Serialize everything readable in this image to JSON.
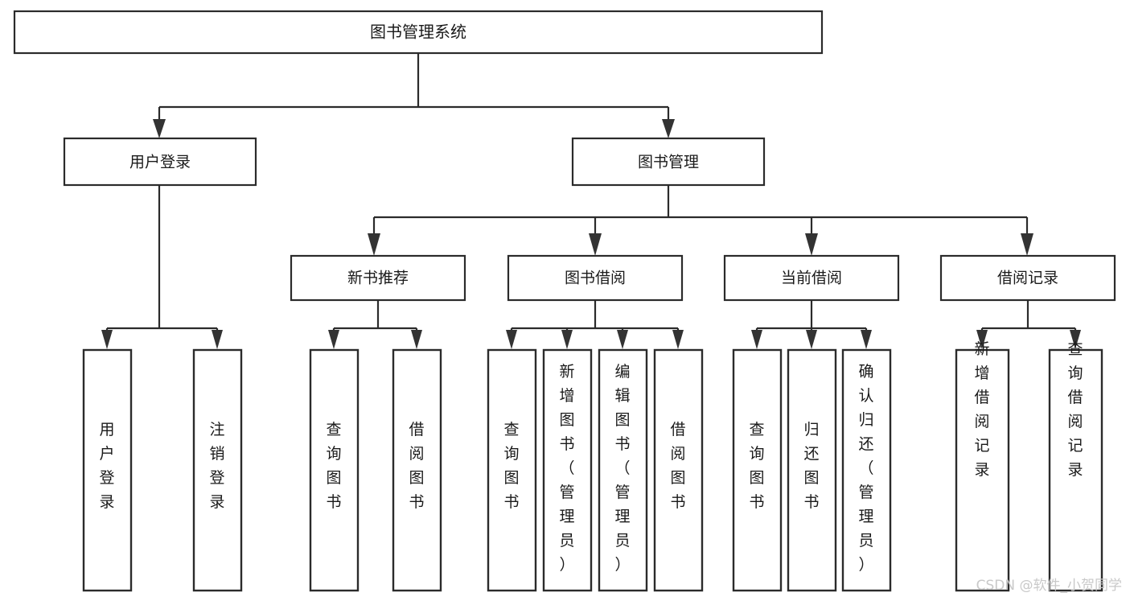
{
  "diagram": {
    "title": "图书管理系统",
    "type": "tree",
    "orientation": "top-down",
    "background_color": "#ffffff",
    "line_color": "#2b2b2b",
    "arrow_color": "#333333",
    "text_color": "#1a1a1a"
  },
  "root": {
    "label": "图书管理系统"
  },
  "level2": [
    {
      "label": "用户登录"
    },
    {
      "label": "图书管理"
    }
  ],
  "level3": [
    {
      "label": "新书推荐"
    },
    {
      "label": "图书借阅"
    },
    {
      "label": "当前借阅"
    },
    {
      "label": "借阅记录"
    }
  ],
  "leaves": {
    "user_login": [
      {
        "label": "用户登录"
      },
      {
        "label": "注销登录"
      }
    ],
    "new_book_recommend": [
      {
        "label": "查询图书"
      },
      {
        "label": "借阅图书"
      }
    ],
    "book_borrow": [
      {
        "label": "查询图书"
      },
      {
        "label": "新增图书（管理员）"
      },
      {
        "label": "编辑图书（管理员）"
      },
      {
        "label": "借阅图书"
      }
    ],
    "current_borrow": [
      {
        "label": "查询图书"
      },
      {
        "label": "归还图书"
      },
      {
        "label": "确认归还（管理员）"
      }
    ],
    "borrow_record": [
      {
        "label": "新增借阅记录"
      },
      {
        "label": "查询借阅记录"
      }
    ]
  },
  "watermark": {
    "text": "CSDN @软件_小贺同学",
    "color": "#c9c9c9"
  }
}
